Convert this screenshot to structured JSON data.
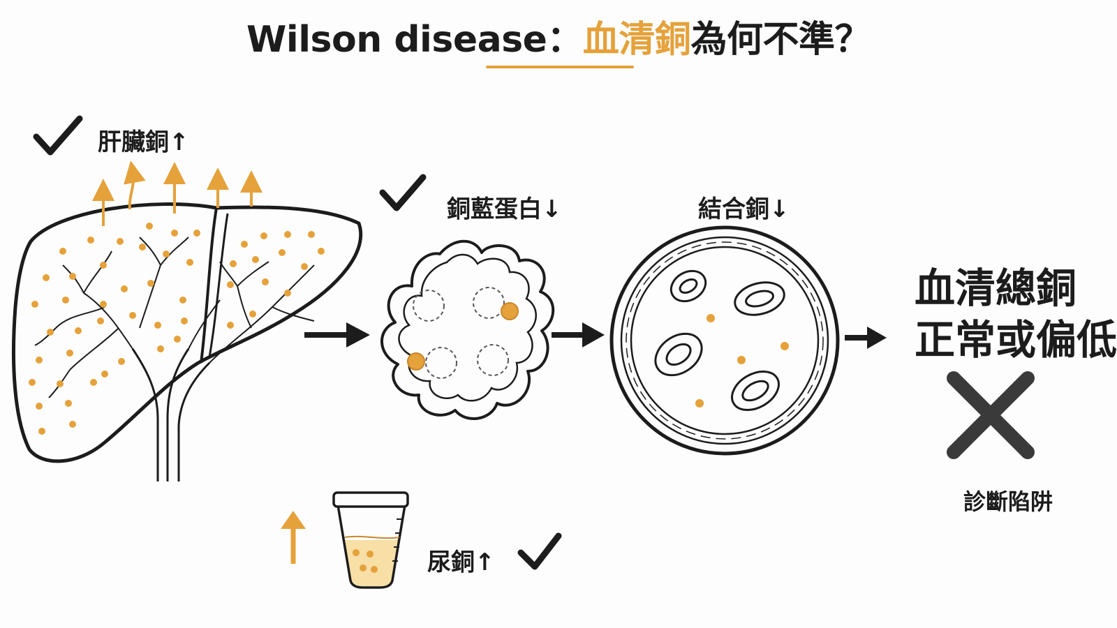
{
  "title": {
    "prefix": "Wilson disease：",
    "highlight": "血清銅",
    "suffix": "為何不準？"
  },
  "labels": {
    "liver_copper": "肝臟銅↑",
    "ceruloplasmin": "銅藍蛋白↓",
    "bound_copper": "結合銅↓",
    "urine_copper": "尿銅↑",
    "result_line1": "血清總銅",
    "result_line2": "正常或偏低",
    "diagnostic_trap": "診斷陷阱"
  },
  "colors": {
    "accent": "#e5a13a",
    "ink": "#1c1c1c",
    "cross": "#3a3a3a",
    "urine_fill": "#f7dfa6"
  },
  "icons": [
    "check-icon",
    "up-arrow-icon",
    "right-arrow-icon",
    "cross-icon",
    "urine-cup-icon",
    "liver-icon",
    "ceruloplasmin-icon",
    "blood-vessel-icon"
  ]
}
